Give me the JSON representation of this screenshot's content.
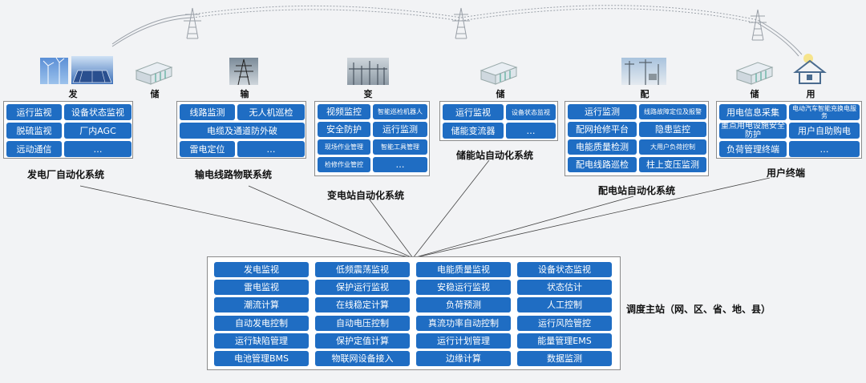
{
  "stages": [
    "发",
    "储",
    "输",
    "变",
    "储",
    "配",
    "储",
    "用"
  ],
  "power_plant": {
    "title": "发电厂自动化系统",
    "cells": [
      "运行监视",
      "设备状态监视",
      "脱硫监视",
      "厂内AGC",
      "远动通信",
      "…"
    ]
  },
  "transmission": {
    "title": "输电线路物联系统",
    "cells": [
      "线路监测",
      "无人机巡检",
      "电缆及通道防外破",
      "雷电定位",
      "…"
    ]
  },
  "substation": {
    "title": "变电站自动化系统",
    "cells": [
      "视频监控",
      "智能巡检机器人",
      "安全防护",
      "运行监测",
      "现场作业管理",
      "智能工具管理",
      "检修作业管控",
      "…"
    ]
  },
  "storage_station": {
    "title": "储能站自动化系统",
    "cells": [
      "运行监视",
      "设备状态监视",
      "储能变流器",
      "…"
    ]
  },
  "distribution": {
    "title": "配电站自动化系统",
    "cells": [
      "运行监测",
      "线路故障定位及报警",
      "配网抢修平台",
      "隐患监控",
      "电能质量检测",
      "大用户负荷控制",
      "配电线路巡检",
      "柱上变压监测"
    ]
  },
  "user_terminal": {
    "title": "用户终端",
    "cells": [
      "用电信息采集",
      "电动汽车智能充换电服务",
      "重点用电设施安全防护",
      "用户自助购电",
      "负荷管理终端",
      "…"
    ]
  },
  "dispatch": {
    "title": "调度主站（网、区、省、地、县）",
    "columns": [
      [
        "发电监视",
        "雷电监视",
        "潮流计算",
        "自动发电控制",
        "运行缺陷管理",
        "电池管理BMS"
      ],
      [
        "低频震荡监视",
        "保护运行监视",
        "在线稳定计算",
        "自动电压控制",
        "保护定值计算",
        "物联网设备接入"
      ],
      [
        "电能质量监视",
        "安稳运行监视",
        "负荷预测",
        "真流功率自动控制",
        "运行计划管理",
        "边缘计算"
      ],
      [
        "设备状态监视",
        "状态估计",
        "人工控制",
        "运行风险管控",
        "能量管理EMS",
        "数据监测"
      ]
    ]
  },
  "colors": {
    "cell": "#1f6dc3",
    "border": "#8b8b8b",
    "background": "#f2f3f5",
    "wire": "#9aa0a8"
  },
  "icons": [
    "wind-solar-icon",
    "battery-storage-icon",
    "power-tower-icon",
    "substation-icon",
    "house-icon"
  ]
}
